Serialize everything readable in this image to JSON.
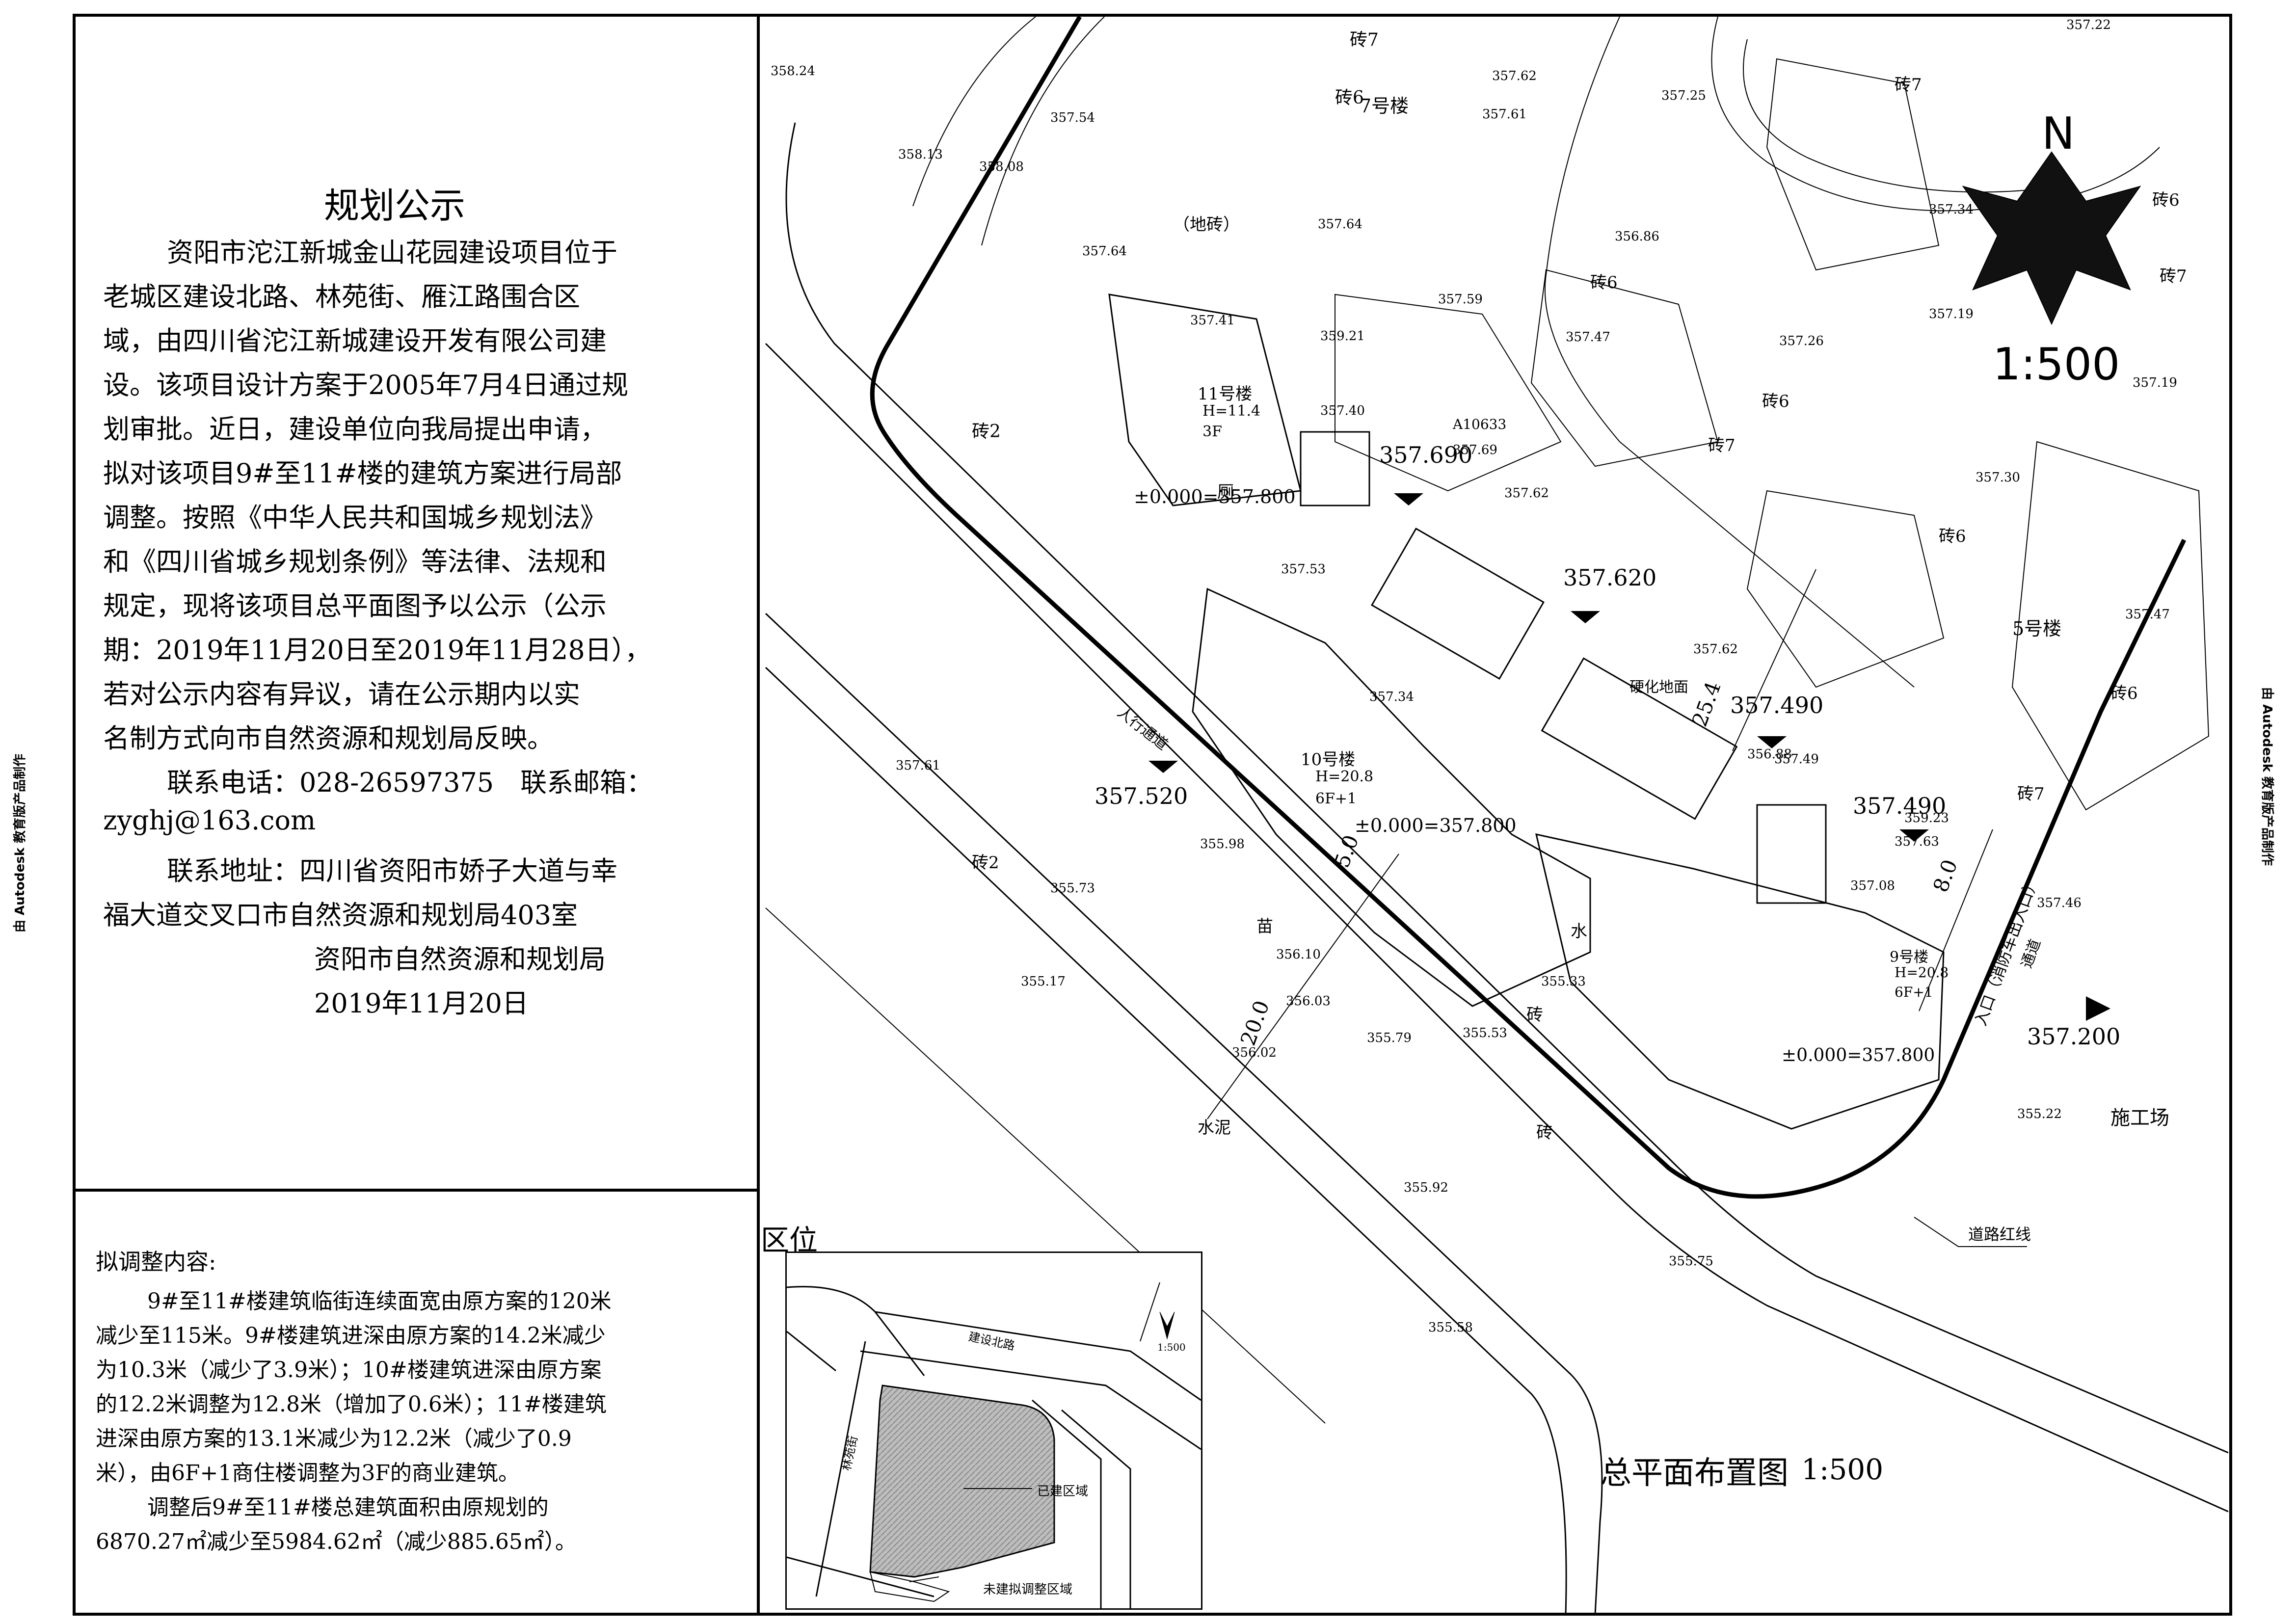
{
  "side_note": "由 Autodesk 教育版产品制作",
  "notice": {
    "title": "规划公示",
    "lines": [
      "资阳市沱江新城金山花园建设项目位于",
      "老城区建设北路、林苑街、雁江路围合区",
      "域，由四川省沱江新城建设开发有限公司建",
      "设。该项目设计方案于2005年7月4日通过规",
      "划审批。近日，建设单位向我局提出申请，",
      "拟对该项目9#至11#楼的建筑方案进行局部",
      "调整。按照《中华人民共和国城乡规划法》",
      "和《四川省城乡规划条例》等法律、法规和",
      "规定，现将该项目总平面图予以公示（公示",
      "期：2019年11月20日至2019年11月28日），",
      "若对公示内容有异议，请在公示期内以实",
      "名制方式向市自然资源和规划局反映。",
      "联系电话：028-26597375　联系邮箱：",
      "zyghj@163.com",
      "联系地址：四川省资阳市娇子大道与幸",
      "福大道交叉口市自然资源和规划局403室"
    ],
    "org": "资阳市自然资源和规划局",
    "date": "2019年11月20日"
  },
  "adjust": {
    "heading": "拟调整内容:",
    "lines": [
      "9#至11#楼建筑临街连续面宽由原方案的120米",
      "减少至115米。9#楼建筑进深由原方案的14.2米减少",
      "为10.3米（减少了3.9米）；10#楼建筑进深由原方案",
      "的12.2米调整为12.8米（增加了0.6米）；11#楼建筑",
      "进深由原方案的13.1米减少为12.2米（减少了0.9",
      "米），由6F+1商住楼调整为3F的商业建筑。",
      "调整后9#至11#楼总建筑面积由原规划的",
      "6870.27㎡减少至5984.62㎡（减少885.65㎡）。"
    ]
  },
  "location": {
    "title": "区位",
    "built": "已建区域",
    "unbuilt": "未建拟调整区域",
    "road1": "建设北路",
    "road2": "林苑街",
    "scale": "1:500"
  },
  "plan": {
    "title": "总平面布置图",
    "title_scale": "1:500",
    "scale": "1:500",
    "north": "N",
    "buildings": [
      {
        "id": "b11",
        "name": "11号楼",
        "h": "H=11.4",
        "f": "3F",
        "z": "±0.000=357.800"
      },
      {
        "id": "b10",
        "name": "10号楼",
        "h": "H=20.8",
        "f": "6F+1",
        "z": "±0.000=357.800"
      },
      {
        "id": "b9",
        "name": "9号楼",
        "h": "H=20.8",
        "f": "6F+1",
        "z": "±0.000=357.800"
      }
    ],
    "b7": "7号楼",
    "b5": "5号楼",
    "elevations": [
      "357.690",
      "357.620",
      "357.490",
      "357.490",
      "357.520",
      "357.200"
    ],
    "dims": [
      "25.4",
      "5.0",
      "20.0",
      "8.0"
    ],
    "labels": {
      "red_line": "道路红线",
      "hard_ground": "硬化地面",
      "ped_path": "人行通道",
      "passage": "通道",
      "entrance": "入口（消防车出入口）",
      "site": "施工场",
      "toilet": "厕",
      "brick_paving": "（地砖）",
      "cement": "水泥",
      "code": "A10633"
    },
    "materials": [
      "砖6",
      "砖7",
      "砖2",
      "砖",
      "苗",
      "水"
    ],
    "spots": [
      "358.24",
      "357.54",
      "358.13",
      "358.08",
      "357.64",
      "357.64",
      "357.62",
      "357.61",
      "357.25",
      "357.22",
      "357.34",
      "357.41",
      "359.21",
      "357.59",
      "356.86",
      "357.47",
      "357.26",
      "357.19",
      "357.19",
      "357.40",
      "357.69",
      "357.30",
      "357.53",
      "357.47",
      "357.62",
      "357.62",
      "357.49",
      "357.61",
      "355.98",
      "357.34",
      "356.88",
      "359.23",
      "357.63",
      "357.08",
      "357.46",
      "355.73",
      "356.10",
      "355.17",
      "356.03",
      "355.33",
      "356.02",
      "355.79",
      "355.53",
      "355.22",
      "355.92",
      "355.75",
      "355.58"
    ]
  }
}
